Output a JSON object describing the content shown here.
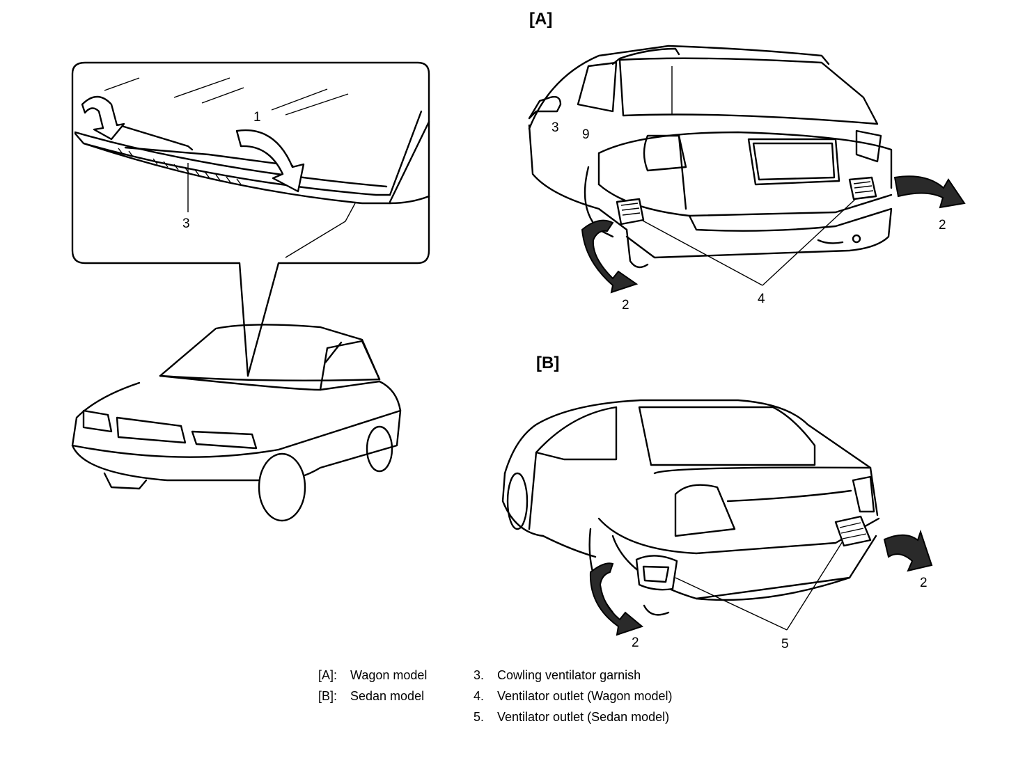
{
  "views": {
    "a_label": "[A]",
    "b_label": "[B]"
  },
  "callouts": {
    "one": "1",
    "two": "2",
    "three": "3",
    "four": "4",
    "five": "5",
    "nine": "9"
  },
  "legend": {
    "left": [
      {
        "key": "[A]:",
        "text": "Wagon model"
      },
      {
        "key": "[B]:",
        "text": "Sedan model"
      }
    ],
    "right": [
      {
        "key": "3.",
        "text": "Cowling ventilator garnish"
      },
      {
        "key": "4.",
        "text": "Ventilator outlet (Wagon model)"
      },
      {
        "key": "5.",
        "text": "Ventilator outlet (Sedan model)"
      }
    ]
  },
  "icons": {
    "arrow": "curved-arrow-icon",
    "outlet": "vent-outlet-icon"
  }
}
